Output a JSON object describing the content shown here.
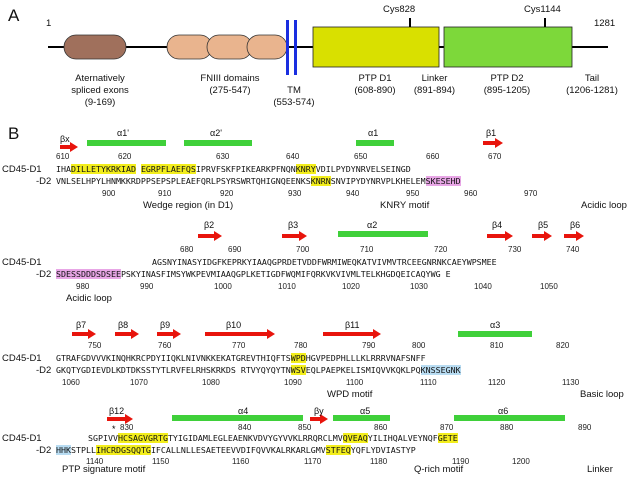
{
  "panelA": {
    "label": "A",
    "start": "1",
    "end": "1281",
    "cys1": "Cys828",
    "cys2": "Cys1144",
    "domains": [
      {
        "name": "Aternatively\nspliced exons\n(9-169)",
        "color": "#a0705c"
      },
      {
        "name": "FNIII domains\n(275-547)",
        "color": "#e9b48e"
      },
      {
        "name": "TM\n(553-574)",
        "color": "#1a2ee0"
      },
      {
        "name": "PTP D1\n(608-890)",
        "color": "#d9e000"
      },
      {
        "name": "Linker\n(891-894)",
        "color": "#000000"
      },
      {
        "name": "PTP D2\n(895-1205)",
        "color": "#7dd83a"
      },
      {
        "name": "Tail\n(1206-1281)",
        "color": "#000000"
      }
    ]
  },
  "panelB": {
    "label": "B",
    "colors": {
      "arrow": "#e8140c",
      "helix": "#3fd03a",
      "yellow": "#f3ee1c",
      "pink": "#e8a6e6",
      "blue": "#b8dcf2"
    },
    "blocks": [
      {
        "ss": [
          {
            "label": "βx",
            "type": "strand"
          },
          {
            "label": "α1'",
            "type": "helix"
          },
          {
            "label": "α2'",
            "type": "helix"
          },
          {
            "label": "α1",
            "type": "helix"
          },
          {
            "label": "β1",
            "type": "strand"
          }
        ],
        "top_nums": [
          "610",
          "620",
          "630",
          "640",
          "650",
          "660",
          "670"
        ],
        "d1_label": "CD45-D1",
        "d2_label": "-D2",
        "d1_seq": "IHADILLETYKRKIADEGRPFLAEFQSIPRVFSKFPIKEARKPFNQNKNRYVDILPYDYNRVELSEINGD",
        "d2_seq": "VNLSELHPYLHNMKKRDPPSEPSPLEAEFQRLPSYRSWRTQHIGNQEENKSKNRNSNVIPYDYNRVPLKHELEMSKESEHD",
        "bottom_nums": [
          "900",
          "910",
          "920",
          "930",
          "940",
          "950",
          "960",
          "970"
        ],
        "captions": [
          "Wedge region (in D1)",
          "KNRY motif",
          "Acidic loop"
        ]
      },
      {
        "ss": [
          {
            "label": "β2",
            "type": "strand"
          },
          {
            "label": "β3",
            "type": "strand"
          },
          {
            "label": "α2",
            "type": "helix"
          },
          {
            "label": "β4",
            "type": "strand"
          },
          {
            "label": "β5",
            "type": "strand"
          },
          {
            "label": "β6",
            "type": "strand"
          }
        ],
        "top_nums": [
          "680",
          "690",
          "700",
          "710",
          "720",
          "730",
          "740"
        ],
        "d1_label": "CD45-D1",
        "d2_label": "-D2",
        "d1_seq": "AGSNYINASYIDGFKEPRKYIAAQGPRDETVDDFWRMIWEQKATVIVMVTRCEEGNRNKCAEYWPSMEE",
        "d2_seq": "SDESSDDDSDSEEPSKYINASFIMSYWKPEVMIAAQGPLKETIGDFWQMIFQRKVKVIVMLTELKHGDQEICAQYWG E",
        "bottom_nums": [
          "980",
          "990",
          "1000",
          "1010",
          "1020",
          "1030",
          "1040",
          "1050"
        ],
        "captions": [
          "Acidic loop"
        ]
      },
      {
        "ss": [
          {
            "label": "β7",
            "type": "strand"
          },
          {
            "label": "β8",
            "type": "strand"
          },
          {
            "label": "β9",
            "type": "strand"
          },
          {
            "label": "β10",
            "type": "strand"
          },
          {
            "label": "β11",
            "type": "strand"
          },
          {
            "label": "α3",
            "type": "helix"
          }
        ],
        "top_nums": [
          "750",
          "760",
          "770",
          "780",
          "790",
          "800",
          "810",
          "820"
        ],
        "d1_label": "CD45-D1",
        "d2_label": "-D2",
        "d1_seq": "GTRAFGDVVVKINQHKRCPDYIIQKLNIVNKKEKATGREVTHIQFTSWPDHGVPEDPHLLLKLRRRVNAFSNFF",
        "d2_seq": "GKQTYGDIEVDLKDTDKSSTYTLRVFELRHSKRKDS RTVYQYQYTNWSVEQLPAEPKELISMIQVVKQKLPQKNSSEGNK",
        "bottom_nums": [
          "1060",
          "1070",
          "1080",
          "1090",
          "1100",
          "1110",
          "1120",
          "1130"
        ],
        "captions": [
          "WPD motif",
          "Basic loop"
        ]
      },
      {
        "ss": [
          {
            "label": "β12",
            "type": "strand"
          },
          {
            "label": "α4",
            "type": "helix"
          },
          {
            "label": "βy",
            "type": "strand"
          },
          {
            "label": "α5",
            "type": "helix"
          },
          {
            "label": "α6",
            "type": "helix"
          }
        ],
        "top_nums": [
          "830",
          "840",
          "850",
          "860",
          "870",
          "880",
          "890"
        ],
        "d1_label": "CD45-D1",
        "d2_label": "-D2",
        "d1_seq": "SGPIVVHCSAGVGRTGTYIGIDAMLEGLEAENKVDVYGYVVKLRRQRCLMVQVEAQYILIHQALVEYNQFGETE",
        "d2_seq": "HHKSTPLLIHCRDGSQQTGIFCALLNLLESAETEEVVDIFQVVKALRKARLGMVSTFEQYQFLYDVIASTYP",
        "bottom_nums": [
          "1140",
          "1150",
          "1160",
          "1170",
          "1180",
          "1190",
          "1200"
        ],
        "captions": [
          "PTP signature motif",
          "Q-rich motif",
          "Linker"
        ]
      }
    ]
  }
}
